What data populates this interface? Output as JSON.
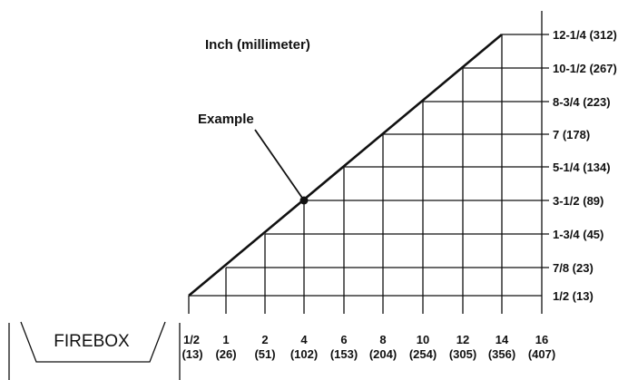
{
  "title": "Inch (millimeter)",
  "example_label": "Example",
  "firebox_label": "FIREBOX",
  "x_ticks": [
    {
      "inch": "1/2",
      "mm": "(13)"
    },
    {
      "inch": "1",
      "mm": "(26)"
    },
    {
      "inch": "2",
      "mm": "(51)"
    },
    {
      "inch": "4",
      "mm": "(102)"
    },
    {
      "inch": "6",
      "mm": "(153)"
    },
    {
      "inch": "8",
      "mm": "(204)"
    },
    {
      "inch": "10",
      "mm": "(254)"
    },
    {
      "inch": "12",
      "mm": "(305)"
    },
    {
      "inch": "14",
      "mm": "(356)"
    },
    {
      "inch": "16",
      "mm": "(407)"
    }
  ],
  "y_ticks": [
    "1/2 (13)",
    "7/8 (23)",
    "1-3/4 (45)",
    "3-1/2 (89)",
    "5-1/4 (134)",
    "7 (178)",
    "8-3/4 (223)",
    "10-1/2 (267)",
    "12-1/4 (312)"
  ],
  "example_point": {
    "x": "4",
    "y": "3-1/2"
  },
  "colors": {
    "ink": "#111111",
    "background": "#ffffff"
  }
}
